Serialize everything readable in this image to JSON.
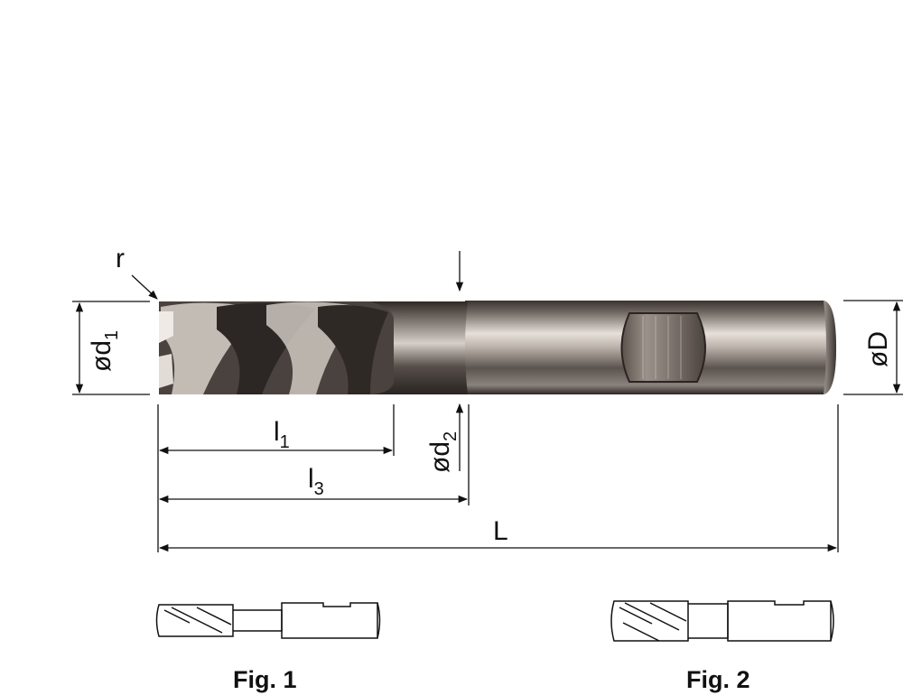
{
  "labels": {
    "r": "r",
    "d1_prefix": "ød",
    "d1_sub": "1",
    "D": "øD",
    "l1_prefix": "l",
    "l1_sub": "1",
    "l3_prefix": "l",
    "l3_sub": "3",
    "d2_prefix": "ød",
    "d2_sub": "2",
    "L": "L"
  },
  "figures": {
    "fig1": "Fig. 1",
    "fig2": "Fig. 2"
  },
  "colors": {
    "line": "#111111",
    "tool_dark": "#3c3533",
    "tool_light": "#d9d3cc"
  }
}
